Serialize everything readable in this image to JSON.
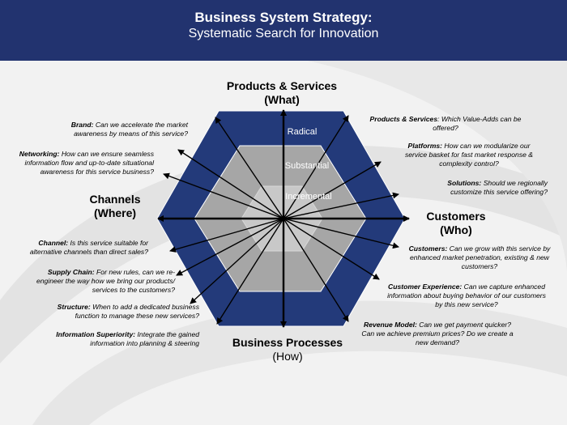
{
  "header": {
    "title": "Business System Strategy:",
    "subtitle": "Systematic Search for Innovation"
  },
  "rings": {
    "outer": "Radical",
    "middle": "Substantial",
    "inner": "Incremental"
  },
  "axes": {
    "top": {
      "title": "Products & Services",
      "sub": "(What)"
    },
    "left": {
      "title": "Channels",
      "sub": "(Where)"
    },
    "right": {
      "title": "Customers",
      "sub": "(Who)"
    },
    "bottom": {
      "title": "Business Processes",
      "sub": "(How)"
    }
  },
  "notes": {
    "brand": {
      "label": "Brand:",
      "text": "Can we accelerate the market awareness   by means  of this service?"
    },
    "networking": {
      "label": "Networking:",
      "text": "How can we ensure seamless information flow and up-to-date  situational awareness   for this service business?"
    },
    "channel": {
      "label": "Channel:",
      "text": "Is this service suitable for alternative channels than direct sales?"
    },
    "supply_chain": {
      "label": "Supply Chain:",
      "text": "For new rules, can we  re-engineer the way how we bring our products/ services to the customers?"
    },
    "structure": {
      "label": "Structure:",
      "text": "When to add a dedicated business function to manage these new services?"
    },
    "info_superiority": {
      "label": "Information Superiority:",
      "text": "Integrate the gained information  into planning  & steering"
    },
    "products": {
      "label": "Products  &  Services",
      "text": ": Which Value-Adds can be offered?"
    },
    "platforms": {
      "label": "Platforms:",
      "text": "How can we modularize our service  basket for fast market response   & complexity control?"
    },
    "solutions": {
      "label": "Solutions:",
      "text": "Should we regionally customize this service offering?"
    },
    "customers": {
      "label": "Customers:",
      "text": "Can we grow  with this service by enhanced market penetration, existing  & new customers?"
    },
    "experience": {
      "label": "Customer Experience:",
      "text": "Can we capture enhanced information about buying behavior of our customers by this new  service?"
    },
    "revenue": {
      "label": "Revenue Model:",
      "text": "Can we get payment  quicker? Can we achieve premium prices? Do we create a new demand?"
    }
  }
}
